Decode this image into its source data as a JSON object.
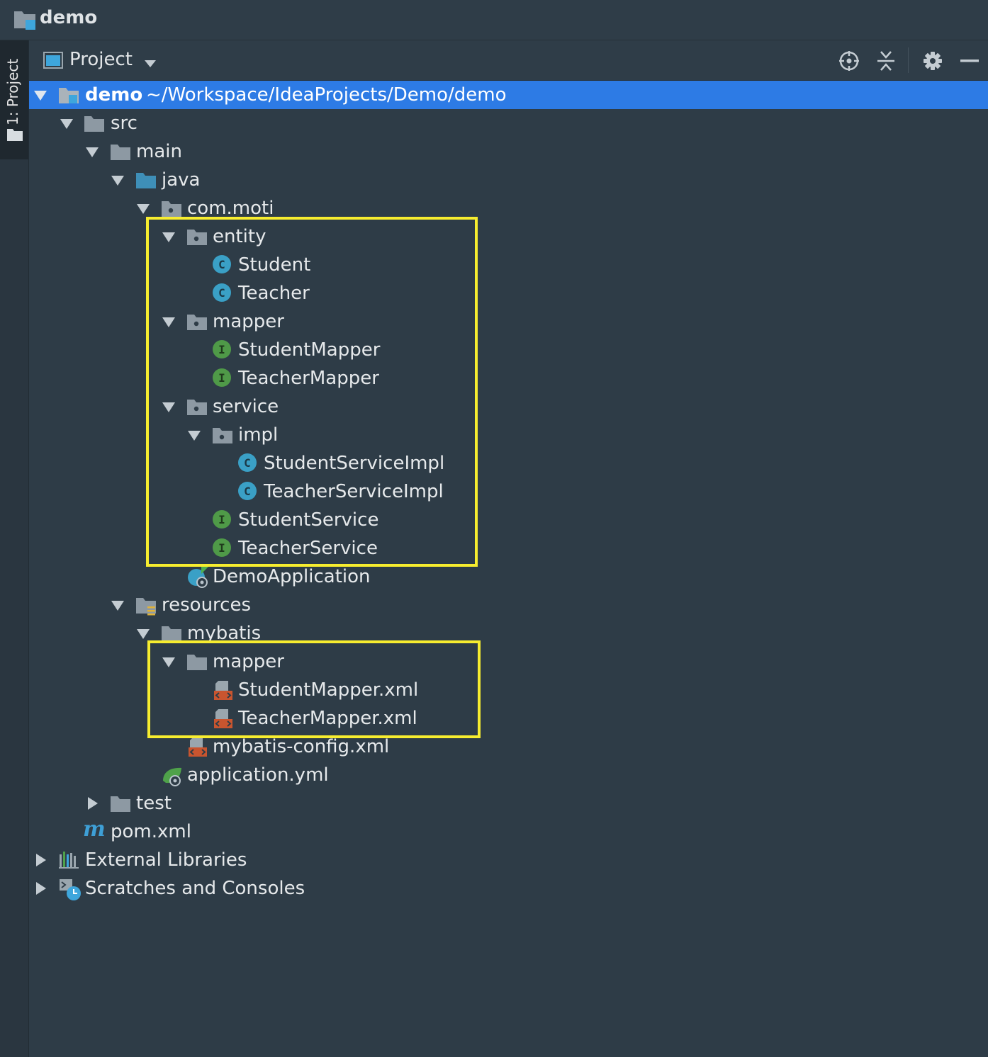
{
  "window": {
    "title": "demo"
  },
  "tool_strip": {
    "tab_label": "1: Project"
  },
  "panel": {
    "view_label": "Project",
    "actions": [
      "locate-icon",
      "collapse-all-icon",
      "gear-icon",
      "hide-icon"
    ]
  },
  "tree": {
    "root": {
      "name": "demo",
      "path": "~/Workspace/IdeaProjects/Demo/demo"
    },
    "items": [
      {
        "label": "src"
      },
      {
        "label": "main"
      },
      {
        "label": "java"
      },
      {
        "label": "com.moti"
      },
      {
        "label": "entity"
      },
      {
        "label": "Student"
      },
      {
        "label": "Teacher"
      },
      {
        "label": "mapper"
      },
      {
        "label": "StudentMapper"
      },
      {
        "label": "TeacherMapper"
      },
      {
        "label": "service"
      },
      {
        "label": "impl"
      },
      {
        "label": "StudentServiceImpl"
      },
      {
        "label": "TeacherServiceImpl"
      },
      {
        "label": "StudentService"
      },
      {
        "label": "TeacherService"
      },
      {
        "label": "DemoApplication"
      },
      {
        "label": "resources"
      },
      {
        "label": "mybatis"
      },
      {
        "label": "mapper"
      },
      {
        "label": "StudentMapper.xml"
      },
      {
        "label": "TeacherMapper.xml"
      },
      {
        "label": "mybatis-config.xml"
      },
      {
        "label": "application.yml"
      },
      {
        "label": "test"
      },
      {
        "label": "pom.xml"
      },
      {
        "label": "External Libraries"
      },
      {
        "label": "Scratches and Consoles"
      }
    ]
  },
  "badges": {
    "class": "C",
    "interface": "I"
  },
  "colors": {
    "background": "#2e3c47",
    "selection": "#2d7be5",
    "highlight_box": "#f7ed2f",
    "class_badge": "#3aa0c6",
    "interface_badge": "#4f9a48",
    "xml_icon": "#c9552f"
  }
}
